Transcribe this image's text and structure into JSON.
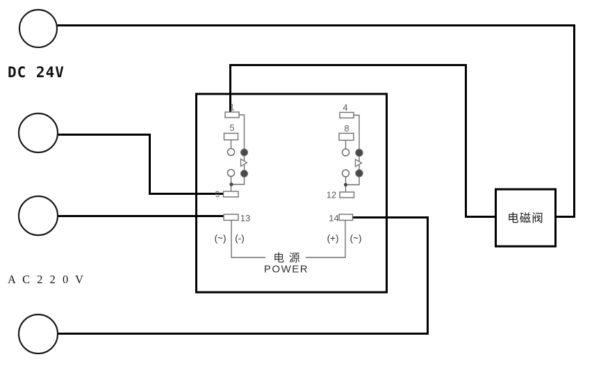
{
  "colors": {
    "wire": "#000000",
    "component": "#6e6e6e",
    "contact": "#4a4a4a",
    "pinText": "#5a5a5a",
    "labelText": "#303030",
    "background": "#ffffff"
  },
  "source": {
    "dc_label": "DC 24V",
    "ac_label": "A C 2 2 0 V"
  },
  "relay": {
    "pins": {
      "p1": "1",
      "p5": "5",
      "p9": "9",
      "p13": "13",
      "p4": "4",
      "p8": "8",
      "p12": "12",
      "p14": "14"
    },
    "polarity": {
      "left_ac": "(~)",
      "left_dc": "(-)",
      "right_dc": "(+)",
      "right_ac": "(~)"
    },
    "power_label_cn": "电 源",
    "power_label_en": "POWER"
  },
  "solenoid": {
    "label": "电磁阀"
  }
}
